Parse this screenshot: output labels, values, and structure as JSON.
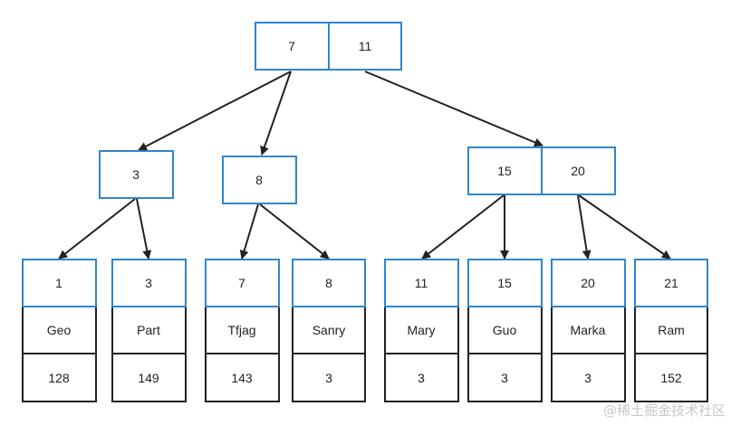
{
  "tree": {
    "root": {
      "keys": [
        "7",
        "11"
      ]
    },
    "internal": [
      {
        "keys": [
          "3"
        ]
      },
      {
        "keys": [
          "8"
        ]
      },
      {
        "keys": [
          "15",
          "20"
        ]
      }
    ],
    "leaves": [
      {
        "key": "1",
        "name": "Geo",
        "value": "128"
      },
      {
        "key": "3",
        "name": "Part",
        "value": "149"
      },
      {
        "key": "7",
        "name": "Tfjag",
        "value": "143"
      },
      {
        "key": "8",
        "name": "Sanry",
        "value": "3"
      },
      {
        "key": "11",
        "name": "Mary",
        "value": "3"
      },
      {
        "key": "15",
        "name": "Guo",
        "value": "3"
      },
      {
        "key": "20",
        "name": "Marka",
        "value": "3"
      },
      {
        "key": "21",
        "name": "Ram",
        "value": "152"
      }
    ]
  },
  "colors": {
    "key_border": "#2f86cc",
    "leaf_border": "#222222",
    "edge": "#222222"
  },
  "watermark": "@稀土掘金技术社区"
}
